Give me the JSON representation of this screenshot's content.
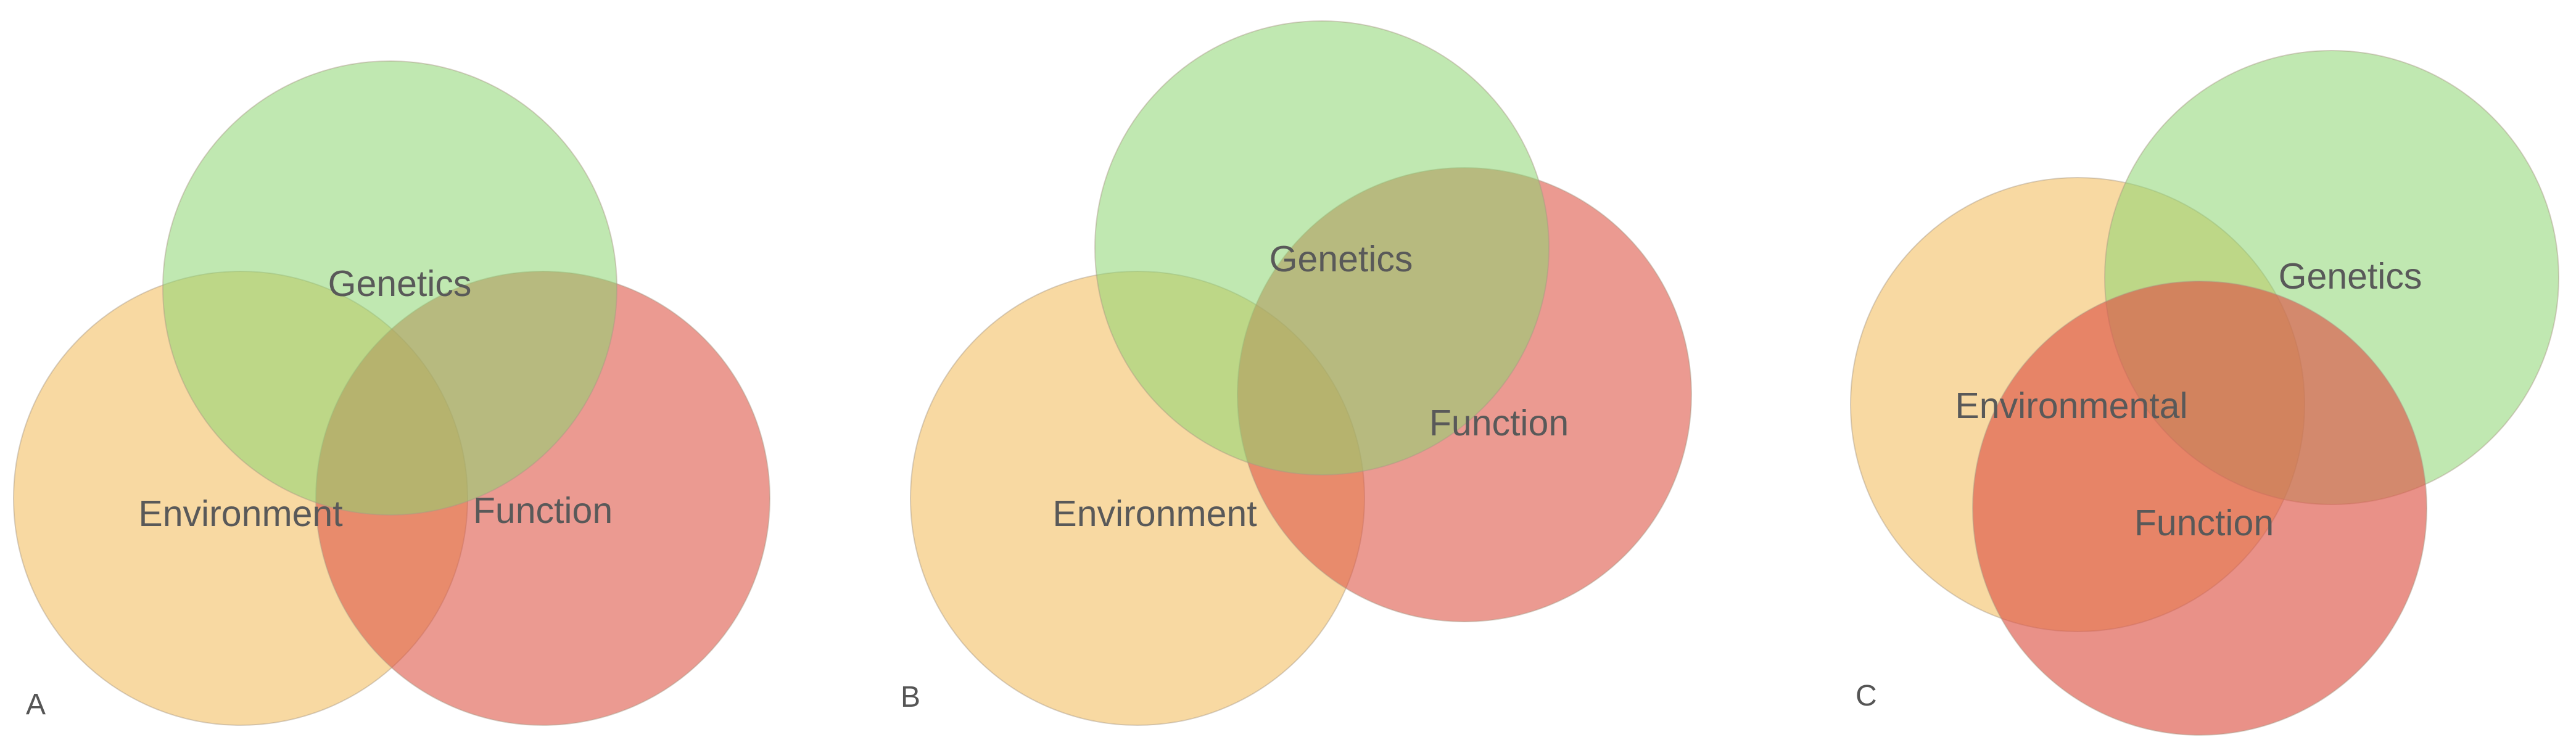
{
  "palette": {
    "genetics": "#8dd671",
    "environment": "#f3c064",
    "function": "#dd5648",
    "label": "#595959"
  },
  "panels": [
    {
      "letter": "A",
      "sets": {
        "genetics": "Genetics",
        "environment": "Environment",
        "function": "Function"
      }
    },
    {
      "letter": "B",
      "sets": {
        "genetics": "Genetics",
        "environment": "Environment",
        "function": "Function"
      }
    },
    {
      "letter": "C",
      "sets": {
        "genetics": "Genetics",
        "environment": "Environmental",
        "function": "Function"
      }
    }
  ]
}
